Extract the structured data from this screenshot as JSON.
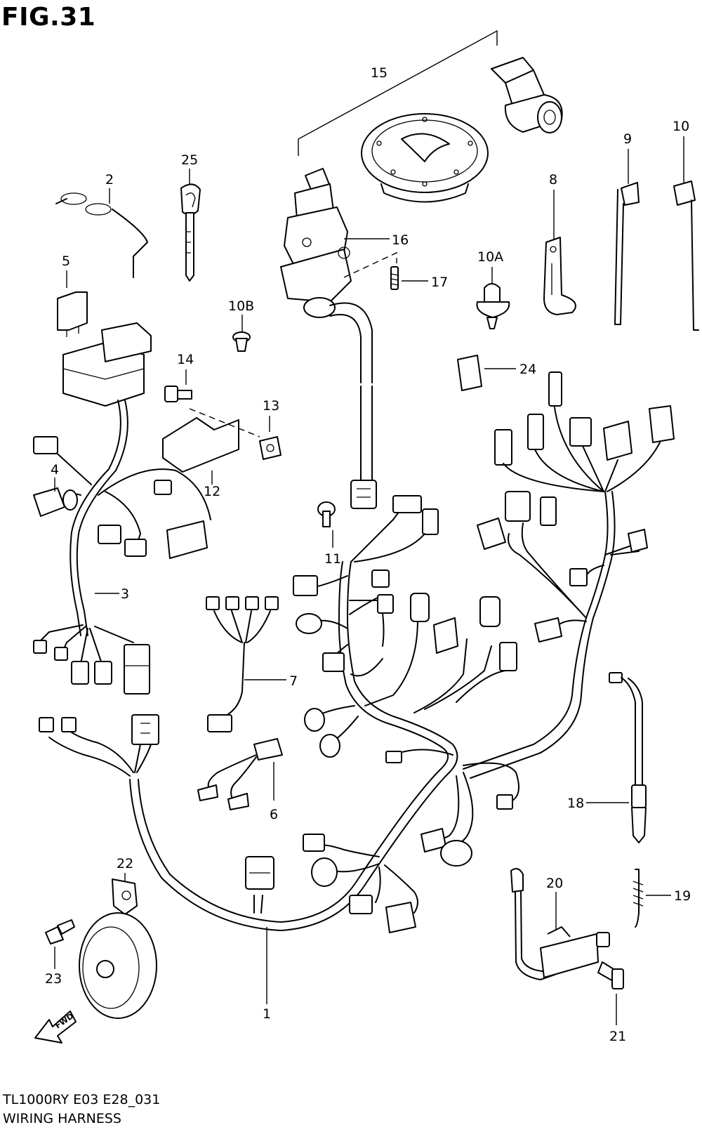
{
  "figure": "FIG.31",
  "model_code": "TL1000RY  E03  E28_031",
  "section_name": "WIRING HARNESS",
  "fwd_label": "FWD",
  "callouts": {
    "c1": "1",
    "c2": "2",
    "c3": "3",
    "c4": "4",
    "c5": "5",
    "c6": "6",
    "c7": "7",
    "c8": "8",
    "c9": "9",
    "c10": "10",
    "c10a": "10A",
    "c10b": "10B",
    "c11": "11",
    "c12": "12",
    "c13": "13",
    "c14": "14",
    "c15": "15",
    "c16": "16",
    "c17": "17",
    "c18": "18",
    "c19": "19",
    "c20": "20",
    "c21": "21",
    "c22": "22",
    "c23": "23",
    "c24": "24",
    "c25": "25"
  }
}
